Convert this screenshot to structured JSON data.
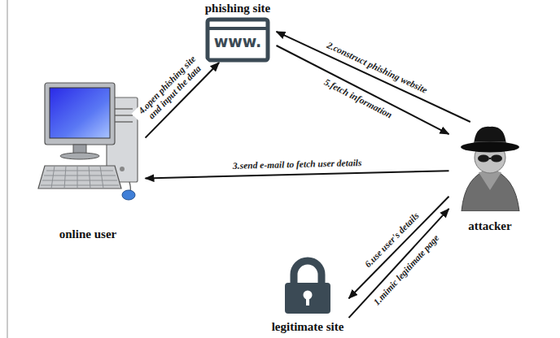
{
  "diagram": {
    "nodes": [
      {
        "text": [
          "phishing site",
          "www."
        ]
      },
      {
        "text": [
          "online user"
        ]
      },
      {
        "text": [
          "attacker"
        ]
      },
      {
        "text": [
          "legitimate site"
        ]
      }
    ],
    "edges": [
      {
        "from": 3,
        "to": 2,
        "label": "1.mimic legitimate page",
        "arrow": "to"
      },
      {
        "from": 2,
        "to": 0,
        "label": "2.construct phishing website",
        "arrow": "to"
      },
      {
        "from": 2,
        "to": 1,
        "label": "3.send e-mail to fetch user details",
        "arrow": "to"
      },
      {
        "from": 1,
        "to": 0,
        "label": "4.open phishing site and input the data",
        "arrow": "to"
      },
      {
        "from": 0,
        "to": 2,
        "label": "5.fetch information",
        "arrow": "to"
      },
      {
        "from": 2,
        "to": 3,
        "label": "6.use user's details",
        "arrow": "to"
      }
    ]
  }
}
